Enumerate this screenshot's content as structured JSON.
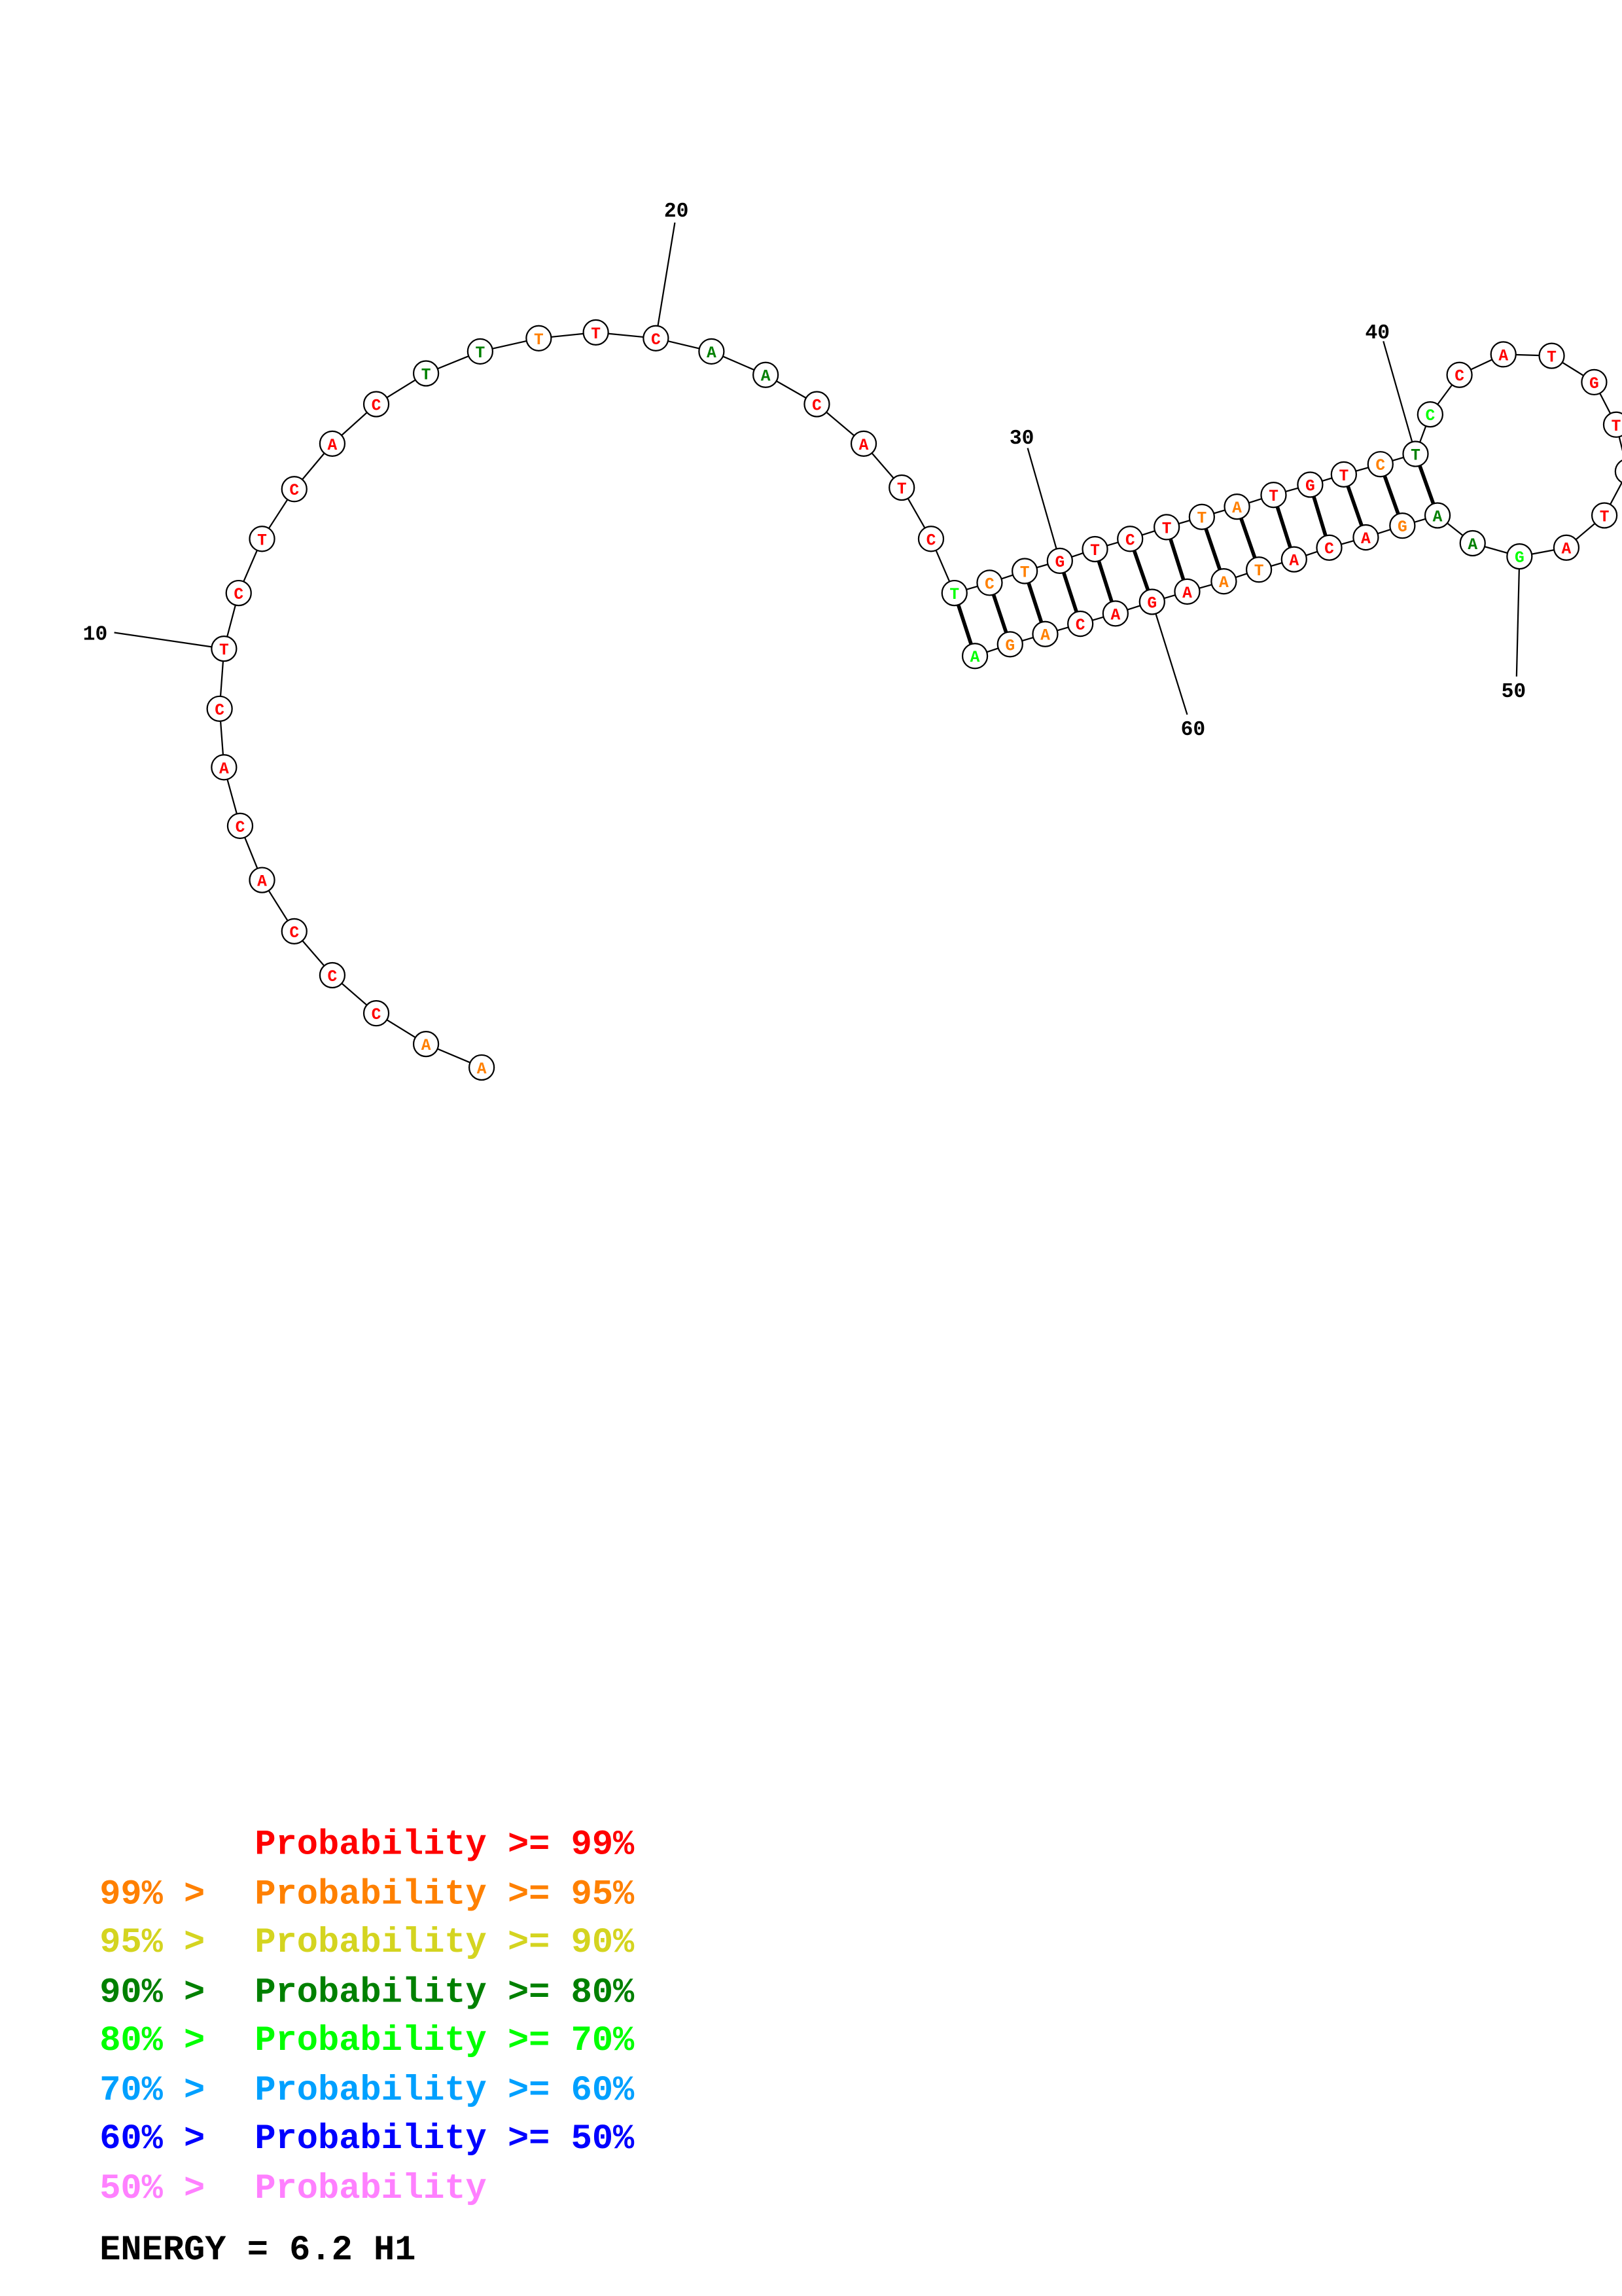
{
  "diagram": {
    "sequence": [
      "A",
      "A",
      "C",
      "C",
      "C",
      "A",
      "C",
      "A",
      "C",
      "T",
      "C",
      "T",
      "C",
      "A",
      "C",
      "T",
      "T",
      "T",
      "T",
      "C",
      "A",
      "A",
      "C",
      "A",
      "T",
      "C",
      "T",
      "C",
      "T",
      "G",
      "T",
      "C",
      "T",
      "T",
      "A",
      "T",
      "G",
      "T",
      "C",
      "T",
      "C",
      "C",
      "A",
      "T",
      "G",
      "T",
      "C",
      "T",
      "A",
      "G",
      "A",
      "A",
      "G",
      "A",
      "C",
      "A",
      "T",
      "A",
      "A",
      "G",
      "A",
      "C",
      "A",
      "G",
      "A"
    ],
    "probability_class": [
      1,
      1,
      0,
      0,
      0,
      0,
      0,
      0,
      0,
      0,
      0,
      0,
      0,
      0,
      0,
      3,
      3,
      1,
      0,
      0,
      3,
      3,
      0,
      0,
      0,
      0,
      4,
      1,
      1,
      0,
      0,
      0,
      0,
      1,
      1,
      0,
      0,
      0,
      1,
      3,
      4,
      0,
      0,
      0,
      0,
      0,
      0,
      0,
      0,
      4,
      3,
      3,
      1,
      0,
      0,
      0,
      1,
      1,
      0,
      0,
      0,
      0,
      1,
      1,
      4
    ],
    "pairs": [
      [
        27,
        65
      ],
      [
        28,
        64
      ],
      [
        29,
        63
      ],
      [
        30,
        62
      ],
      [
        31,
        61
      ],
      [
        32,
        60
      ],
      [
        33,
        59
      ],
      [
        34,
        58
      ],
      [
        35,
        57
      ],
      [
        36,
        56
      ],
      [
        37,
        55
      ],
      [
        38,
        54
      ],
      [
        39,
        53
      ],
      [
        40,
        52
      ]
    ],
    "index_labels": [
      "10",
      "20",
      "30",
      "40",
      "50",
      "60"
    ]
  },
  "legend": {
    "colors": [
      "#ff0000",
      "#ff8000",
      "#d4d420",
      "#008000",
      "#00ff00",
      "#00a0ff",
      "#0000ff",
      "#ff80ff"
    ],
    "rows": [
      {
        "prefix": "",
        "label": "Probability >= 99%"
      },
      {
        "prefix": "99% > ",
        "label": "Probability >= 95%"
      },
      {
        "prefix": "95% > ",
        "label": "Probability >= 90%"
      },
      {
        "prefix": "90% > ",
        "label": "Probability >= 80%"
      },
      {
        "prefix": "80% > ",
        "label": "Probability >= 70%"
      },
      {
        "prefix": "70% > ",
        "label": "Probability >= 60%"
      },
      {
        "prefix": "60% > ",
        "label": "Probability >= 50%"
      },
      {
        "prefix": "50% > ",
        "label": "Probability"
      }
    ],
    "energy": "ENERGY = 6.2  H1"
  }
}
